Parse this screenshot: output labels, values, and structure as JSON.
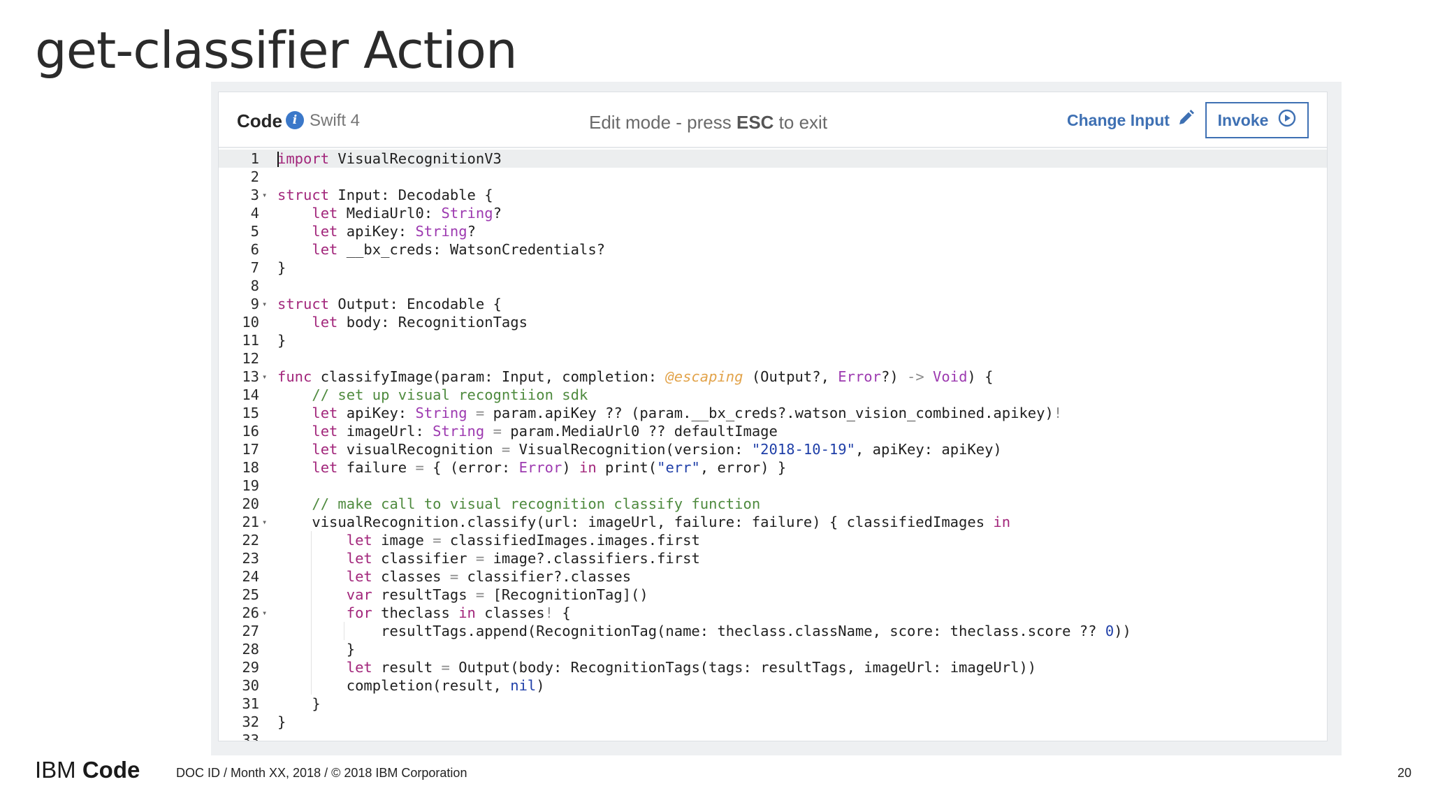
{
  "slide": {
    "title": "get-classifier Action",
    "footer_brand_light": "IBM",
    "footer_brand_bold": "Code",
    "footer_doc": "DOC ID / Month XX, 2018 / © 2018 IBM Corporation",
    "page_number": "20"
  },
  "header": {
    "code_label": "Code",
    "info_icon": "info-icon",
    "language": "Swift 4",
    "mode_prefix": "Edit mode - press ",
    "mode_key": "ESC",
    "mode_suffix": " to exit",
    "change_input_label": "Change Input",
    "change_input_icon": "pencil-icon",
    "invoke_label": "Invoke",
    "invoke_icon": "play-circle-icon"
  },
  "colors": {
    "accent": "#3e70b3",
    "keyword": "#a2267b",
    "comment": "#4e8a3e",
    "string": "#1f3fa8",
    "attribute": "#e2a34a"
  },
  "editor": {
    "active_line": 1,
    "fold_lines": [
      3,
      9,
      13,
      21,
      26
    ],
    "lines": [
      "import VisualRecognitionV3",
      "",
      "struct Input: Decodable {",
      "    let MediaUrl0: String?",
      "    let apiKey: String?",
      "    let __bx_creds: WatsonCredentials?",
      "}",
      "",
      "struct Output: Encodable {",
      "    let body: RecognitionTags",
      "}",
      "",
      "func classifyImage(param: Input, completion: @escaping (Output?, Error?) -> Void) {",
      "    // set up visual recogntiion sdk",
      "    let apiKey: String = param.apiKey ?? (param.__bx_creds?.watson_vision_combined.apikey)!",
      "    let imageUrl: String = param.MediaUrl0 ?? defaultImage",
      "    let visualRecognition = VisualRecognition(version: \"2018-10-19\", apiKey: apiKey)",
      "    let failure = { (error: Error) in print(\"err\", error) }",
      "",
      "    // make call to visual recognition classify function",
      "    visualRecognition.classify(url: imageUrl, failure: failure) { classifiedImages in",
      "        let image = classifiedImages.images.first",
      "        let classifier = image?.classifiers.first",
      "        let classes = classifier?.classes",
      "        var resultTags = [RecognitionTag]()",
      "        for theclass in classes! {",
      "            resultTags.append(RecognitionTag(name: theclass.className, score: theclass.score ?? 0))",
      "        }",
      "        let result = Output(body: RecognitionTags(tags: resultTags, imageUrl: imageUrl))",
      "        completion(result, nil)",
      "    }",
      "}",
      ""
    ]
  }
}
